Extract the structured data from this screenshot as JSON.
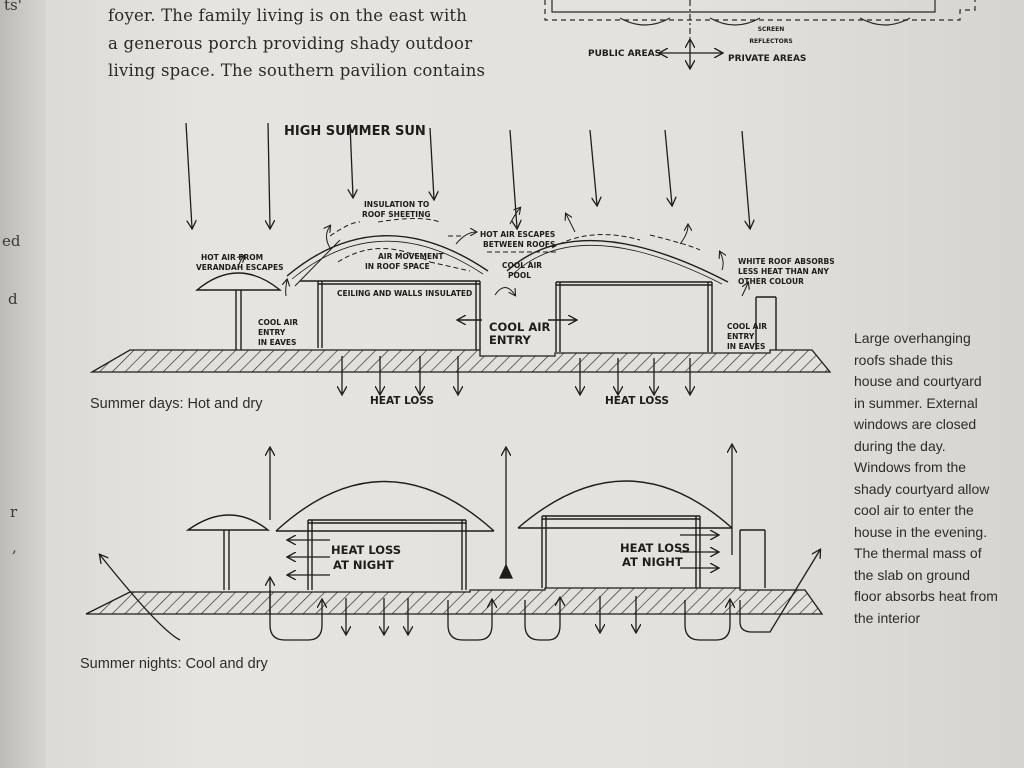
{
  "gutter_fragments": [
    "ts'",
    "ed",
    "d",
    "r",
    ","
  ],
  "body_text": [
    "foyer. The family living is on the east with",
    "a generous porch providing shady outdoor",
    "living space. The southern pavilion contains"
  ],
  "plan_labels": {
    "screen": "SCREEN",
    "reflectors": "REFLECTORS",
    "public_areas": "PUBLIC AREAS",
    "private_areas": "PRIVATE AREAS"
  },
  "day_diagram": {
    "title": "HIGH SUMMER SUN",
    "insulation_1": "INSULATION TO",
    "insulation_2": "ROOF SHEETING",
    "hot_air_roofs_1": "HOT AIR ESCAPES",
    "hot_air_roofs_2": "BETWEEN ROOFS",
    "hot_air_verandah_1": "HOT AIR FROM",
    "hot_air_verandah_2": "VERANDAH ESCAPES",
    "air_movement_1": "AIR MOVEMENT",
    "air_movement_2": "IN ROOF SPACE",
    "cool_air_pool_1": "COOL AIR",
    "cool_air_pool_2": "POOL",
    "white_roof_1": "WHITE ROOF ABSORBS",
    "white_roof_2": "LESS HEAT THAN ANY",
    "white_roof_3": "OTHER COLOUR",
    "ceiling": "CEILING AND WALLS INSULATED",
    "cool_entry_left_1": "COOL AIR",
    "cool_entry_left_2": "ENTRY",
    "cool_entry_left_3": "IN EAVES",
    "cool_entry_center_1": "COOL AIR",
    "cool_entry_center_2": "ENTRY",
    "cool_entry_right_1": "COOL AIR",
    "cool_entry_right_2": "ENTRY",
    "cool_entry_right_3": "IN EAVES",
    "heat_loss_left": "HEAT LOSS",
    "heat_loss_right": "HEAT LOSS",
    "caption": "Summer days: Hot and dry"
  },
  "night_diagram": {
    "heat_loss_left_1": "HEAT LOSS",
    "heat_loss_left_2": "AT NIGHT",
    "heat_loss_right_1": "HEAT LOSS",
    "heat_loss_right_2": "AT NIGHT",
    "caption": "Summer nights: Cool and dry"
  },
  "side_caption": [
    "Large overhanging",
    "roofs shade this",
    "house and courtyard",
    "in summer. External",
    "windows are closed",
    "during the day.",
    "Windows from the",
    "shady courtyard allow",
    "cool air to enter the",
    "house in the evening.",
    "The thermal mass of",
    "the slab on ground",
    "floor absorbs heat from",
    "the interior"
  ]
}
